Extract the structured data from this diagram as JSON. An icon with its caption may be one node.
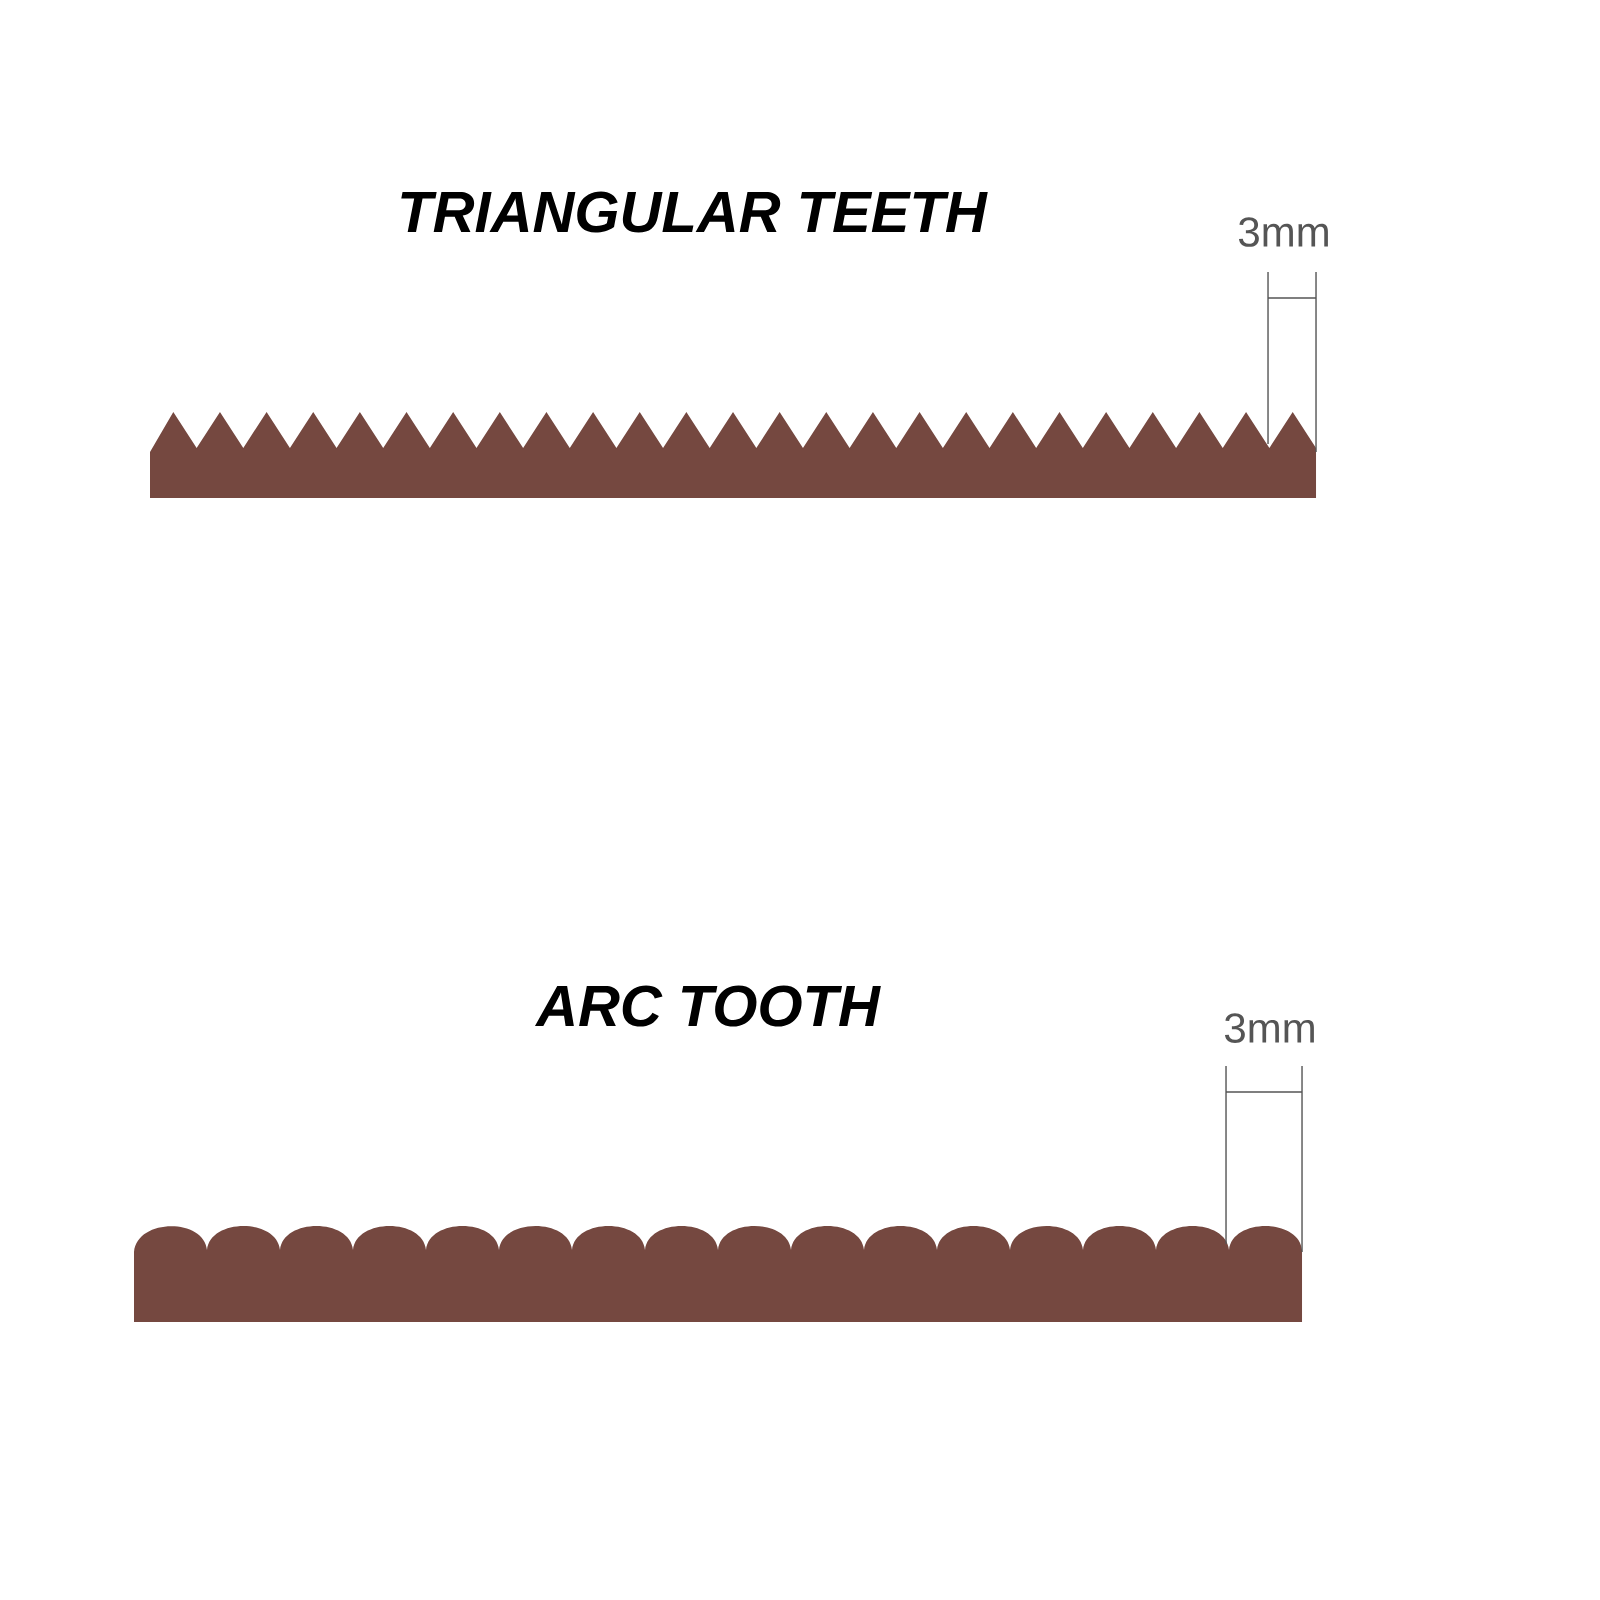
{
  "diagram": {
    "labels": [
      "TRIANGULAR TEETH",
      "3mm",
      "ARC TOOTH",
      "3mm"
    ]
  }
}
